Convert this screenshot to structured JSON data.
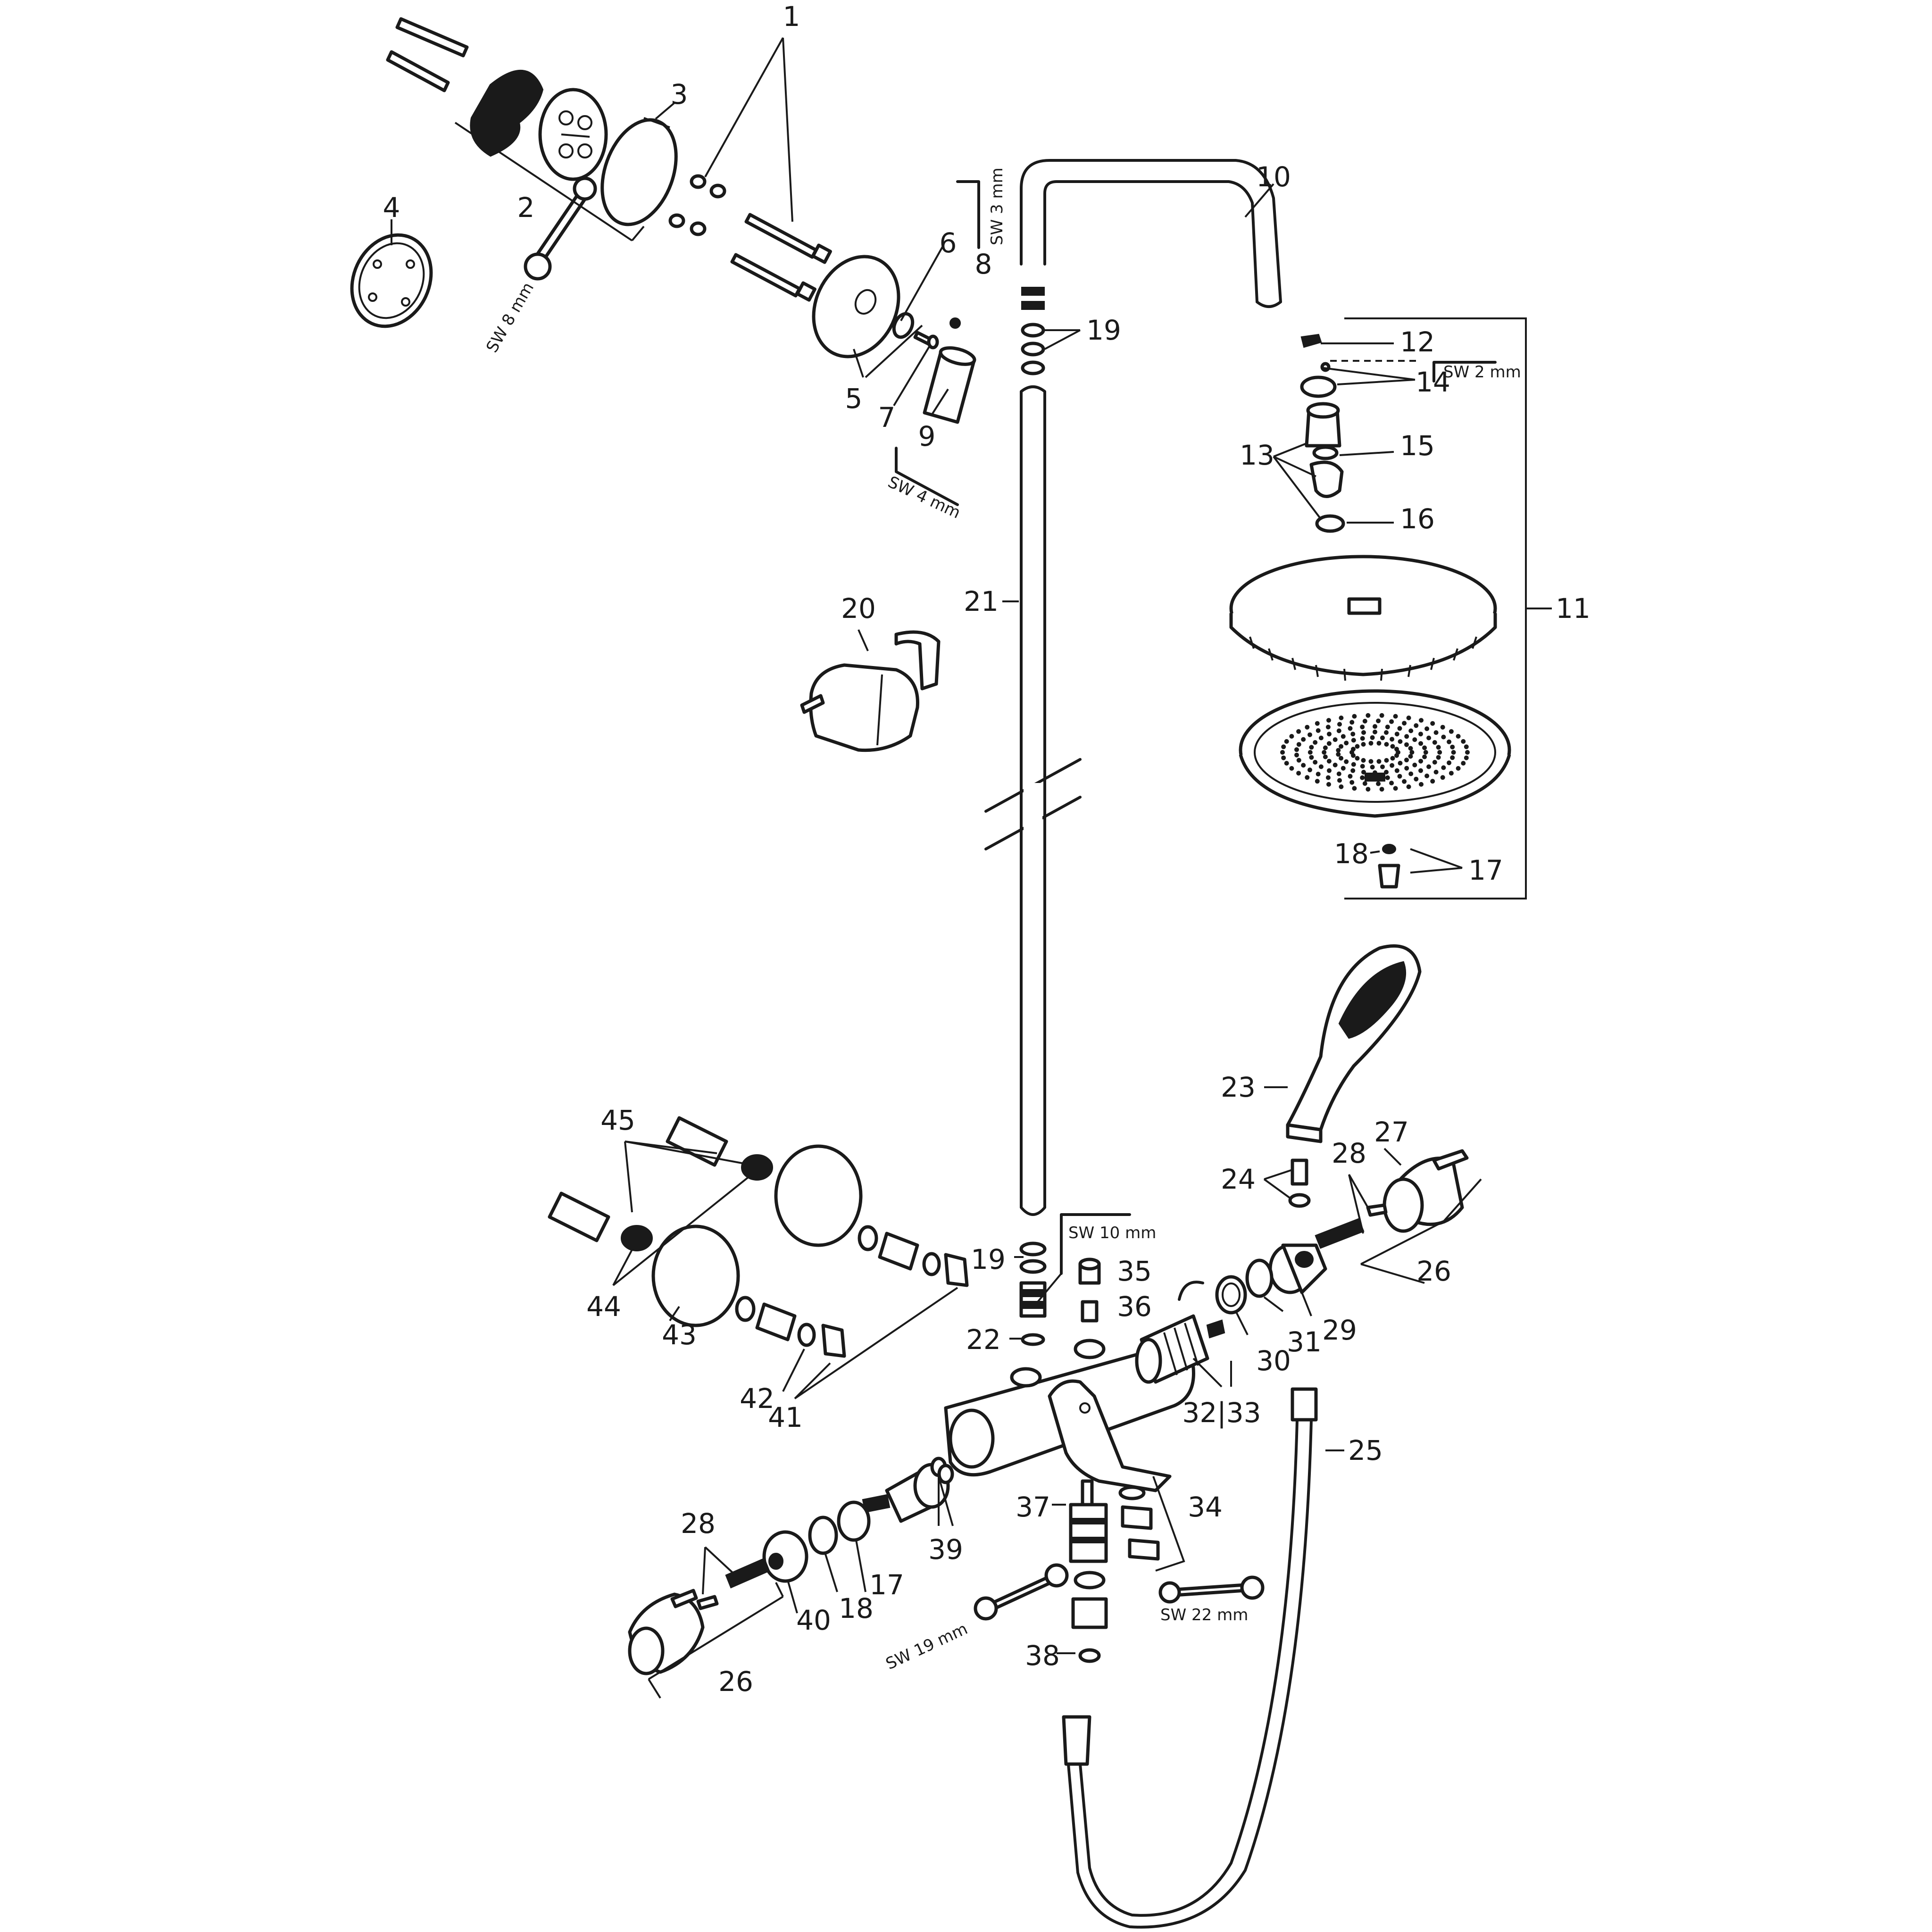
{
  "labels": {
    "p1": "1",
    "p2": "2",
    "p3": "3",
    "p4": "4",
    "p5": "5",
    "p6": "6",
    "p7": "7",
    "p8": "8",
    "p9": "9",
    "p10": "10",
    "p11": "11",
    "p12": "12",
    "p13": "13",
    "p14": "14",
    "p15": "15",
    "p16": "16",
    "p17a": "17",
    "p17b": "17",
    "p18a": "18",
    "p18b": "18",
    "p19a": "19",
    "p19b": "19",
    "p20": "20",
    "p21": "21",
    "p22": "22",
    "p23": "23",
    "p24": "24",
    "p25": "25",
    "p26a": "26",
    "p26b": "26",
    "p27": "27",
    "p28a": "28",
    "p28b": "28",
    "p29": "29",
    "p30": "30",
    "p31": "31",
    "p32_33": "32|33",
    "p34": "34",
    "p35": "35",
    "p36": "36",
    "p37": "37",
    "p38": "38",
    "p39": "39",
    "p40": "40",
    "p41": "41",
    "p42": "42",
    "p43": "43",
    "p44": "44",
    "p45": "45"
  },
  "tools": {
    "sw3": "SW 3 mm",
    "sw2": "SW 2 mm",
    "sw4": "SW 4 mm",
    "sw8": "SW 8 mm",
    "sw10": "SW 10 mm",
    "sw19": "SW 19 mm",
    "sw22": "SW 22 mm"
  }
}
